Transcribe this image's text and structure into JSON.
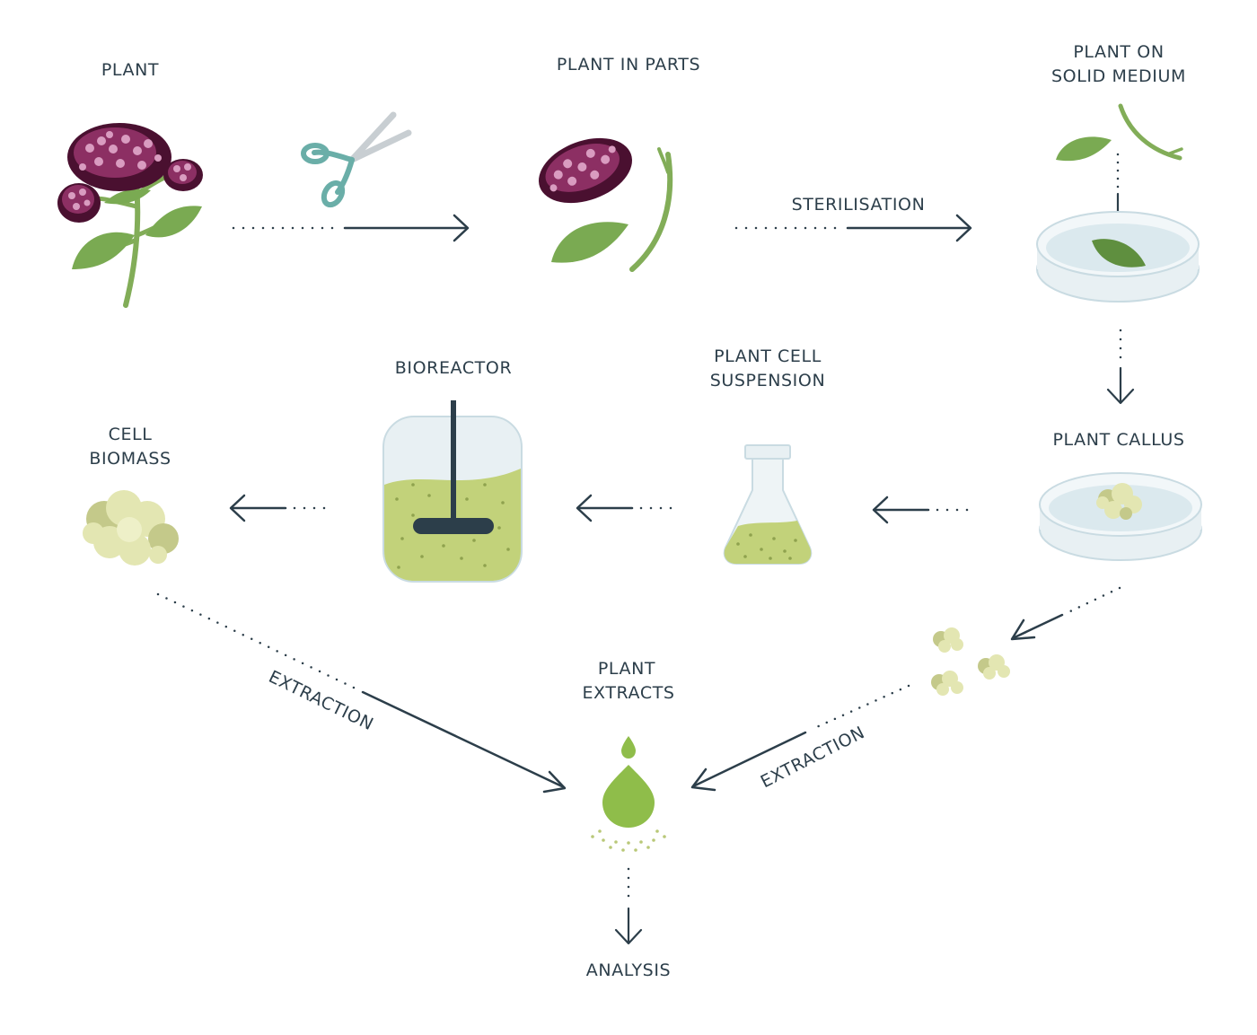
{
  "colors": {
    "text": "#2c3e4a",
    "arrow": "#2c3e4a",
    "leaf": "#7aaa52",
    "leaf_dark": "#5f8f3f",
    "stem": "#82ad58",
    "flower_dark": "#4a1030",
    "flower_mid": "#8c2f63",
    "flower_light": "#d99cc0",
    "medium": "#c2d27a",
    "medium_dot": "#8fa24e",
    "vessel": "#e8f0f3",
    "vessel_edge": "#c9dbe2",
    "scissor_handle": "#6aaea8",
    "scissor_blade": "#c8ced2",
    "callus": "#e3e6b2",
    "callus_shade": "#c4c98a",
    "drop": "#8fbd4a"
  },
  "icons": {
    "plant": "plant-icon",
    "scissors": "scissors-icon",
    "plant_parts": "plant-parts-icon",
    "petri_leaf": "petri-dish-leaf-icon",
    "petri_callus": "petri-dish-callus-icon",
    "flask": "erlenmeyer-flask-icon",
    "bioreactor": "bioreactor-icon",
    "biomass": "cell-biomass-icon",
    "callus_pieces": "callus-pieces-icon",
    "drop": "extract-drop-icon"
  },
  "labels": {
    "plant": "PLANT",
    "plant_in_parts": "PLANT IN PARTS",
    "plant_on_solid_medium": [
      "PLANT ON",
      "SOLID MEDIUM"
    ],
    "sterilisation": "STERILISATION",
    "plant_callus": "PLANT CALLUS",
    "plant_cell_suspension": [
      "PLANT CELL",
      "SUSPENSION"
    ],
    "bioreactor": "BIOREACTOR",
    "cell_biomass": [
      "CELL",
      "BIOMASS"
    ],
    "extraction_left": "EXTRACTION",
    "extraction_right": "EXTRACTION",
    "plant_extracts": [
      "PLANT",
      "EXTRACTS"
    ],
    "analysis": "ANALYSIS"
  }
}
